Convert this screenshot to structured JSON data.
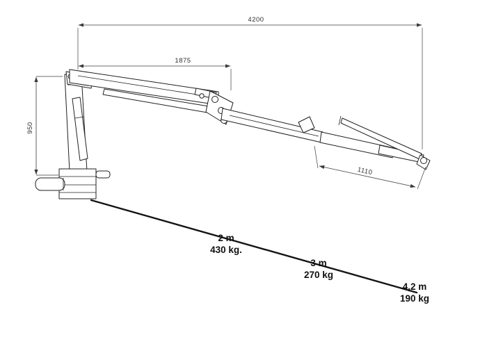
{
  "drawing": {
    "title": "crane-load-diagram",
    "dimensions": {
      "total_reach": "4200",
      "first_boom": "1875",
      "column_height": "950",
      "extension": "1110"
    },
    "load_chart": [
      {
        "distance": "2 m",
        "capacity": "430 kg."
      },
      {
        "distance": "3 m",
        "capacity": "270 kg"
      },
      {
        "distance": "4,2 m",
        "capacity": "190 kg"
      }
    ],
    "colors": {
      "line": "#1f1f1f",
      "dimension": "#3a3a3a",
      "background": "#ffffff"
    }
  }
}
